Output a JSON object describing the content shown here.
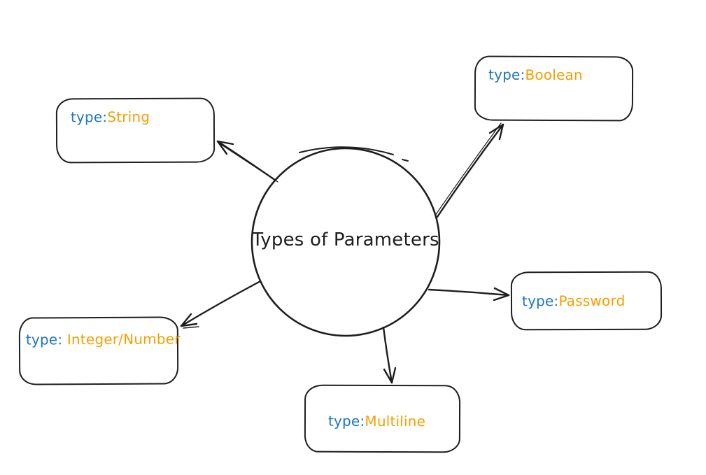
{
  "diagram": {
    "center": {
      "label": "Types of Parameters",
      "shape": "circle"
    },
    "nodes": [
      {
        "id": "string",
        "prefix": "type:",
        "name": "String"
      },
      {
        "id": "boolean",
        "prefix": "type:",
        "name": "Boolean"
      },
      {
        "id": "password",
        "prefix": "type:",
        "name": "Password"
      },
      {
        "id": "integer_number",
        "prefix": "type: ",
        "name": "Integer/Number"
      },
      {
        "id": "multiline",
        "prefix": "type:",
        "name": "Multiline"
      }
    ],
    "edges": [
      {
        "from": "center",
        "to": "string"
      },
      {
        "from": "center",
        "to": "boolean"
      },
      {
        "from": "center",
        "to": "password"
      },
      {
        "from": "center",
        "to": "integer_number"
      },
      {
        "from": "center",
        "to": "multiline"
      }
    ],
    "colors": {
      "background": "#ffffff",
      "stroke": "#1e1e1e",
      "type_prefix": "#1c74c9",
      "type_name": "#f59f00"
    }
  }
}
